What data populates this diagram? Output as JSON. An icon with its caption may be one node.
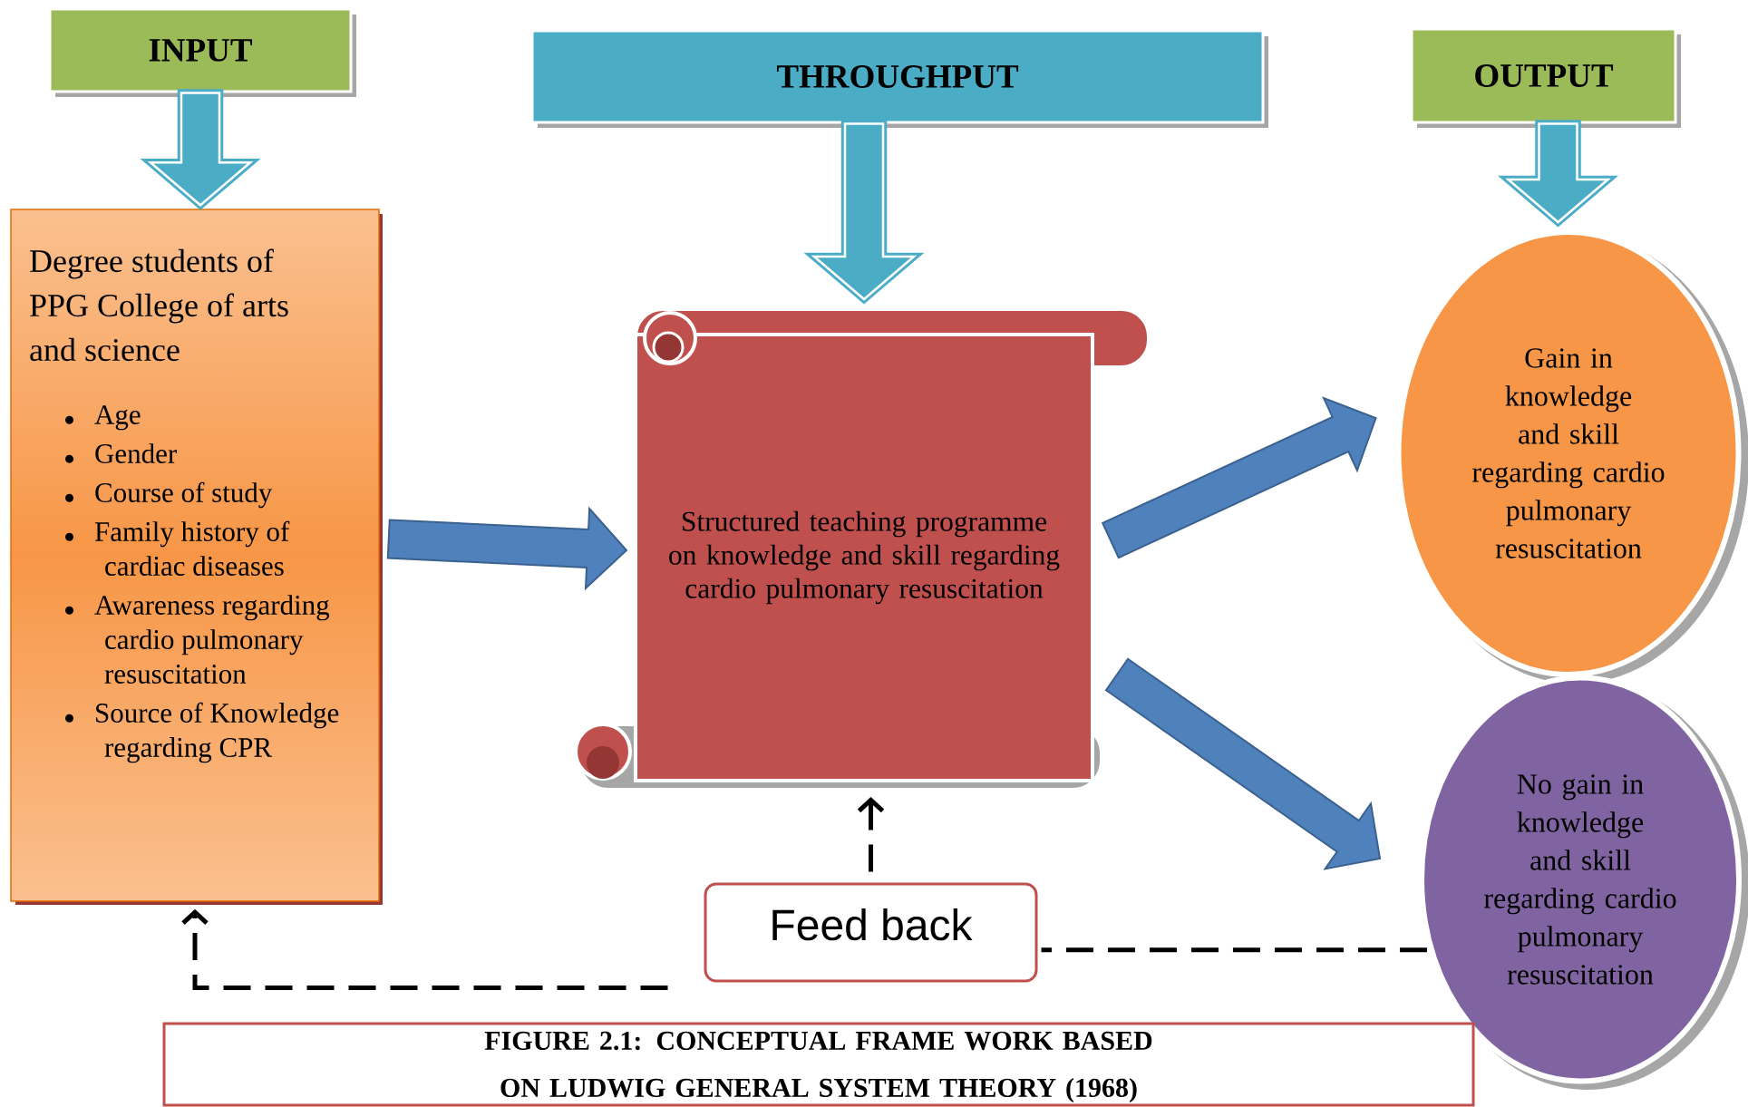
{
  "diagram": {
    "caption": "FIGURE 2.1: CONCEPTUAL FRAME WORK BASED ON LUDWIG GENERAL SYSTEM THEORY (1968)",
    "nodes": [
      {
        "text": [
          "INPUT"
        ]
      },
      {
        "text": [
          "THROUGHPUT"
        ]
      },
      {
        "text": [
          "OUTPUT"
        ]
      },
      {
        "text": [
          "Degree students of PPG College of arts and science",
          "Age",
          "Gender",
          "Course of study",
          "Family history of cardiac diseases",
          "Awareness regarding cardio pulmonary resuscitation",
          "Source of Knowledge regarding CPR"
        ]
      },
      {
        "text": [
          "Structured teaching programme on knowledge and skill regarding cardio pulmonary resuscitation"
        ]
      },
      {
        "text": [
          "Gain in knowledge and skill regarding cardio pulmonary resuscitation"
        ]
      },
      {
        "text": [
          "No gain in knowledge and skill regarding cardio pulmonary resuscitation"
        ]
      },
      {
        "text": [
          "Feed back"
        ]
      }
    ],
    "edges": [
      {
        "from": 0,
        "to": 3,
        "arrow": "to",
        "color": "#4bacc6"
      },
      {
        "from": 1,
        "to": 4,
        "arrow": "to",
        "color": "#4bacc6"
      },
      {
        "from": 2,
        "to": 5,
        "arrow": "to",
        "color": "#4bacc6"
      },
      {
        "from": 3,
        "to": 4,
        "arrow": "to",
        "style": "thick",
        "color": "#4f81bd"
      },
      {
        "from": 4,
        "to": 5,
        "arrow": "to",
        "style": "thick",
        "color": "#4f81bd"
      },
      {
        "from": 4,
        "to": 6,
        "arrow": "to",
        "style": "thick",
        "color": "#4f81bd"
      },
      {
        "from": 6,
        "to": 7,
        "arrow": "none",
        "style": "dashed",
        "color": "#000000"
      },
      {
        "from": 7,
        "to": 4,
        "arrow": "to",
        "style": "dashed",
        "color": "#000000"
      },
      {
        "from": 7,
        "to": 3,
        "arrow": "to",
        "style": "dashed",
        "color": "#000000"
      }
    ]
  }
}
